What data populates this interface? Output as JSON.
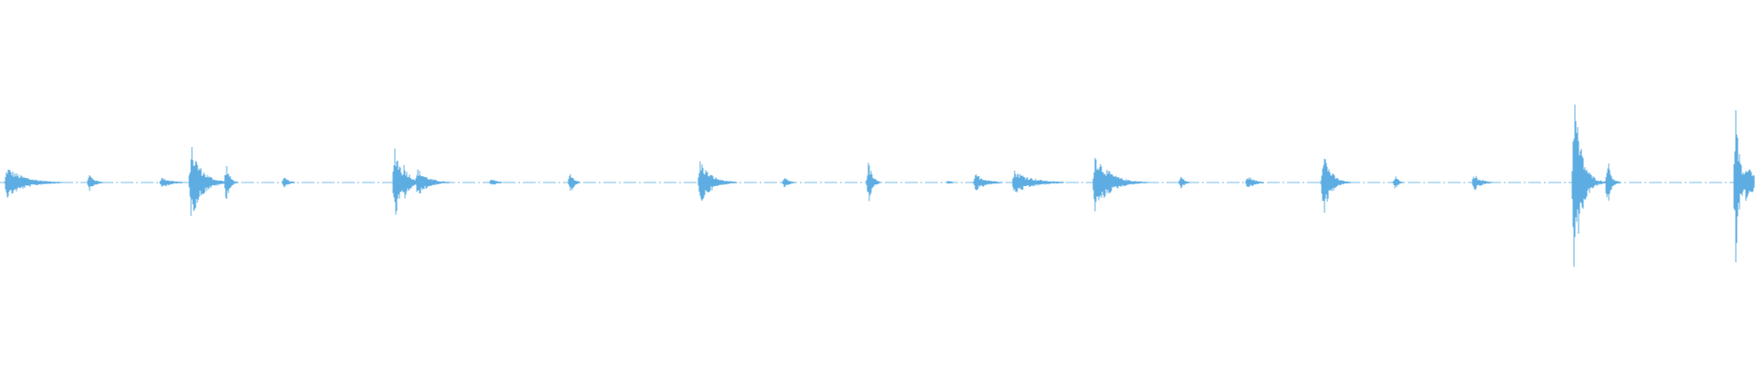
{
  "waveform": {
    "color": "#5DADE2",
    "background": "#FFFFFF",
    "peaks": [
      {
        "t": 0.004,
        "amp": 0.09,
        "decay": 0.01
      },
      {
        "t": 0.051,
        "amp": 0.05,
        "decay": 0.003
      },
      {
        "t": 0.092,
        "amp": 0.03,
        "decay": 0.006
      },
      {
        "t": 0.109,
        "amp": 0.21,
        "decay": 0.006
      },
      {
        "t": 0.129,
        "amp": 0.11,
        "decay": 0.002
      },
      {
        "t": 0.162,
        "amp": 0.03,
        "decay": 0.003
      },
      {
        "t": 0.225,
        "amp": 0.22,
        "decay": 0.004
      },
      {
        "t": 0.23,
        "amp": 0.11,
        "decay": 0.004
      },
      {
        "t": 0.238,
        "amp": 0.08,
        "decay": 0.006
      },
      {
        "t": 0.28,
        "amp": 0.02,
        "decay": 0.004
      },
      {
        "t": 0.325,
        "amp": 0.07,
        "decay": 0.002
      },
      {
        "t": 0.399,
        "amp": 0.13,
        "decay": 0.006
      },
      {
        "t": 0.447,
        "amp": 0.03,
        "decay": 0.003
      },
      {
        "t": 0.495,
        "amp": 0.13,
        "decay": 0.002
      },
      {
        "t": 0.54,
        "amp": 0.01,
        "decay": 0.004
      },
      {
        "t": 0.556,
        "amp": 0.05,
        "decay": 0.006
      },
      {
        "t": 0.578,
        "amp": 0.07,
        "decay": 0.01
      },
      {
        "t": 0.624,
        "amp": 0.17,
        "decay": 0.008
      },
      {
        "t": 0.673,
        "amp": 0.04,
        "decay": 0.002
      },
      {
        "t": 0.711,
        "amp": 0.04,
        "decay": 0.004
      },
      {
        "t": 0.754,
        "amp": 0.2,
        "decay": 0.004
      },
      {
        "t": 0.795,
        "amp": 0.04,
        "decay": 0.002
      },
      {
        "t": 0.84,
        "amp": 0.05,
        "decay": 0.004
      },
      {
        "t": 0.897,
        "amp": 0.53,
        "decay": 0.004
      },
      {
        "t": 0.916,
        "amp": 0.15,
        "decay": 0.002
      },
      {
        "t": 0.989,
        "amp": 0.47,
        "decay": 0.002
      },
      {
        "t": 0.995,
        "amp": 0.12,
        "decay": 0.006
      }
    ],
    "silence_gaps": [
      [
        0.058,
        0.07
      ],
      [
        0.134,
        0.142
      ],
      [
        0.147,
        0.156
      ],
      [
        0.385,
        0.395
      ],
      [
        0.508,
        0.518
      ],
      [
        0.528,
        0.536
      ],
      [
        0.686,
        0.7
      ],
      [
        0.88,
        0.89
      ],
      [
        0.92,
        0.935
      ]
    ]
  }
}
